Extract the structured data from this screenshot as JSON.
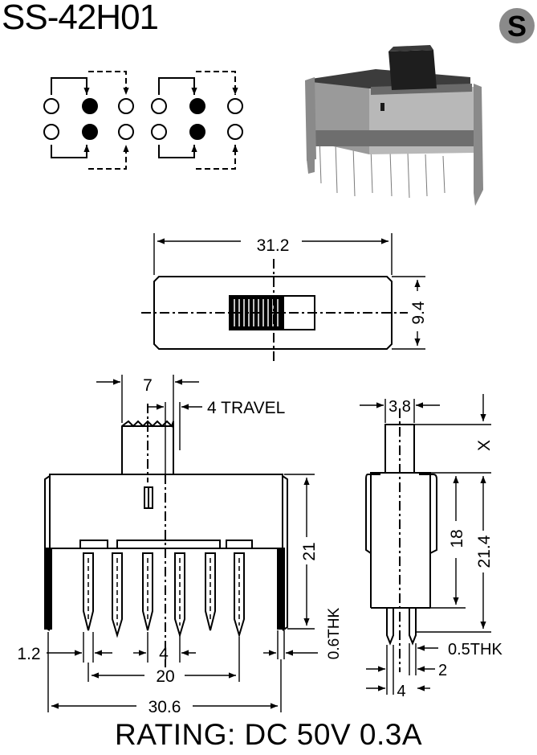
{
  "header": {
    "part_number": "SS-42H01"
  },
  "logo": {
    "letter": "S",
    "color": "#8a8a8a"
  },
  "footer": {
    "rating": "RATING: DC 50V 0.3A"
  },
  "top_view": {
    "length_dim": "31.2",
    "width_dim": "9.4"
  },
  "front_view": {
    "handle_dim": "7",
    "travel_label": "4 TRAVEL",
    "height_dim": "21",
    "thickness_label": "0.6THK",
    "pin_width": "1.2",
    "pin_pitch": "4",
    "pin_span": "20",
    "overall_length": "30.6"
  },
  "side_view": {
    "handle_width": "3.8",
    "handle_height": "X",
    "body_height": "18",
    "overall_height": "21.4",
    "pin_thickness": "0.5THK",
    "pin_offset": "2",
    "row_spacing": "4"
  }
}
